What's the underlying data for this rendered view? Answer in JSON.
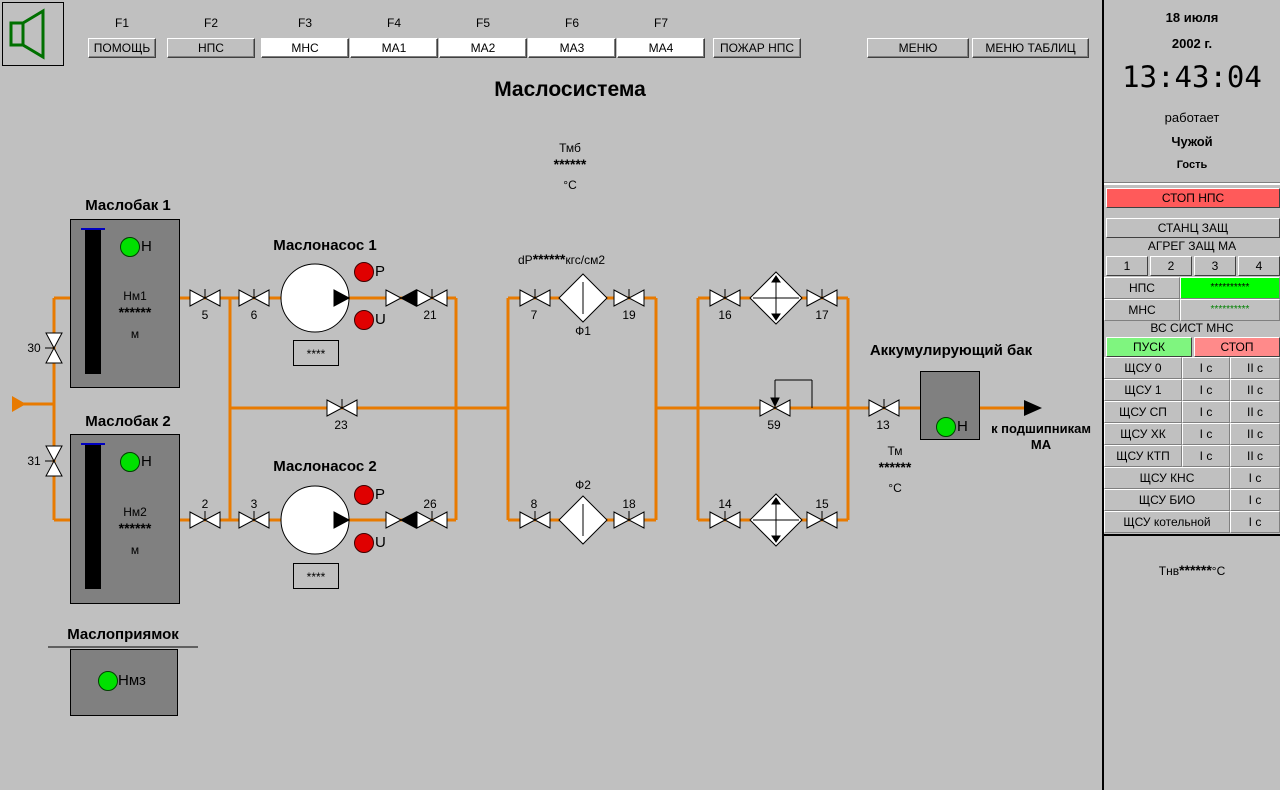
{
  "toolbar": {
    "keys": [
      "F1",
      "F2",
      "F3",
      "F4",
      "F5",
      "F6",
      "F7"
    ],
    "buttons": [
      "ПОМОЩЬ",
      "НПС",
      "МНС",
      "МА1",
      "МА2",
      "МА3",
      "МА4"
    ],
    "fire_btn": "ПОЖАР НПС",
    "menu_btn": "МЕНЮ",
    "menu_tables_btn": "МЕНЮ ТАБЛИЦ"
  },
  "title": "Маслосистема",
  "sensors": {
    "tmb": {
      "label": "Тмб",
      "value": "******",
      "unit": "°C"
    },
    "dp": {
      "label": "dP",
      "value": "******",
      "unit": "кгс/см2"
    },
    "tm": {
      "label": "Тм",
      "value": "******",
      "unit": "°C"
    },
    "tnv": {
      "label": "Тнв",
      "value": "******",
      "unit": "°C"
    }
  },
  "tanks": {
    "tank1": {
      "title": "Маслобак 1",
      "level_label": "Нм1",
      "value": "******",
      "unit": "м",
      "h": "Н"
    },
    "tank2": {
      "title": "Маслобак 2",
      "level_label": "Нм2",
      "value": "******",
      "unit": "м",
      "h": "Н"
    },
    "pit": {
      "title": "Маслоприямок",
      "h": "Нмз"
    },
    "accum": {
      "title": "Аккумулирующий бак",
      "h": "Н"
    }
  },
  "pumps": {
    "pump1": {
      "title": "Маслонасос 1",
      "p": "P",
      "u": "U",
      "code": "****"
    },
    "pump2": {
      "title": "Маслонасос 2",
      "p": "P",
      "u": "U",
      "code": "****"
    }
  },
  "valves": {
    "v30": "30",
    "v31": "31",
    "v5": "5",
    "v6": "6",
    "v21": "21",
    "v2": "2",
    "v3": "3",
    "v26": "26",
    "v23": "23",
    "v7": "7",
    "v19": "19",
    "v8": "8",
    "v18": "18",
    "v16": "16",
    "v17": "17",
    "v14": "14",
    "v15": "15",
    "v59": "59",
    "v13": "13"
  },
  "filters": {
    "f1": "Ф1",
    "f2": "Ф2"
  },
  "outlet": "к подшипникам МА",
  "side": {
    "date": "18 июля",
    "year": "2002 г.",
    "time": "13:43:04",
    "status": "работает",
    "user": "Чужой",
    "role": "Гость",
    "stop_nps": "СТОП НПС",
    "station_prot": "СТАНЦ ЗАЩ",
    "aggr_prot": "АГРЕГ ЗАЩ МА",
    "aggr_nums": [
      "1",
      "2",
      "3",
      "4"
    ],
    "nps_label": "НПС",
    "nps_value": "**********",
    "mns_label": "МНС",
    "mns_value": "**********",
    "vs_title": "ВС СИСТ МНС",
    "start": "ПУСК",
    "stop": "СТОП",
    "rows3": [
      {
        "name": "ЩСУ 0",
        "a": "I с",
        "b": "II с"
      },
      {
        "name": "ЩСУ 1",
        "a": "I с",
        "b": "II с"
      },
      {
        "name": "ЩСУ СП",
        "a": "I с",
        "b": "II с"
      },
      {
        "name": "ЩСУ ХК",
        "a": "I с",
        "b": "II с"
      },
      {
        "name": "ЩСУ КТП",
        "a": "I с",
        "b": "II с"
      }
    ],
    "rows2": [
      {
        "name": "ЩСУ КНС",
        "a": "I с"
      },
      {
        "name": "ЩСУ БИО",
        "a": "I с"
      },
      {
        "name": "ЩСУ котельной",
        "a": "I с"
      }
    ]
  },
  "colors": {
    "pipe": "#e87a00",
    "green": "#00e000",
    "red": "#e00000",
    "stop_bg": "#ff5a5a",
    "start_bg": "#7ff57f",
    "stop2_bg": "#ff8a8a"
  }
}
